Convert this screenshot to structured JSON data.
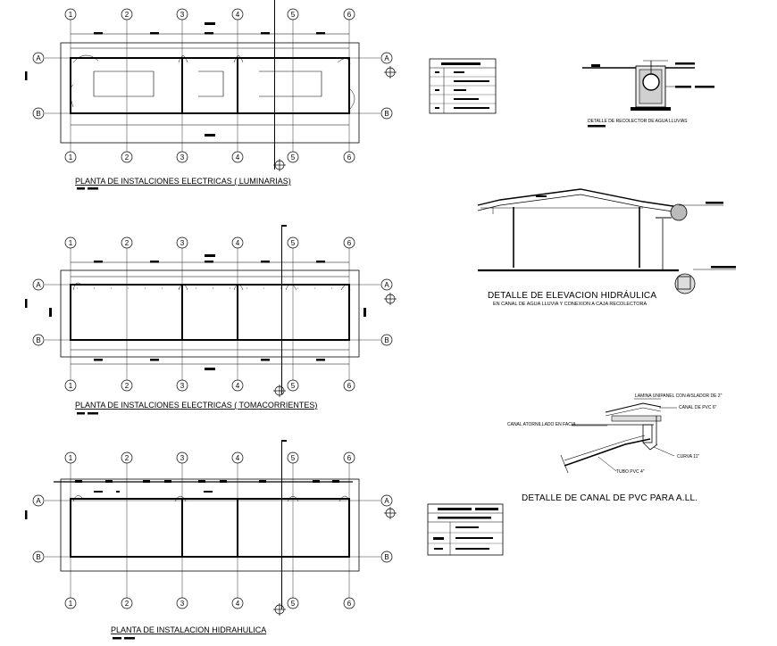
{
  "grid": {
    "columns": [
      "1",
      "2",
      "3",
      "4",
      "5",
      "6"
    ],
    "rows": [
      "A",
      "B"
    ]
  },
  "plans": [
    {
      "id": "luminarias",
      "title": "PLANTA DE INSTALCIONES ELECTRICAS ( LUMINARIAS)"
    },
    {
      "id": "tomacorrientes",
      "title": "PLANTA DE INSTALCIONES ELECTRICAS ( TOMACORRIENTES)"
    },
    {
      "id": "hidraulica",
      "title": "PLANTA DE INSTALACION HIDRAHULICA"
    }
  ],
  "details": {
    "recolector": {
      "title": "DETALLE DE RECOLECTOR DE AGUA LLUVIAS"
    },
    "elevacion": {
      "title": "DETALLE DE ELEVACION HIDRÁULICA",
      "subtitle": "EN CANAL DE AGUA LLUVIA Y CONEXION A CAJA RECOLECTORA"
    },
    "canal": {
      "title": "DETALLE DE CANAL DE PVC PARA A.LL.",
      "labels": {
        "lamina": "LAMINA UNIPANEL CON AISLADOR DE 2\"",
        "canal_pvc": "CANAL DE PVC 6\"",
        "canal_atornillado": "CANAL ATORNILLADO EN FACIA",
        "curva": "CURVA 11\"",
        "tubo": "TUBO PVC 4\""
      }
    }
  }
}
